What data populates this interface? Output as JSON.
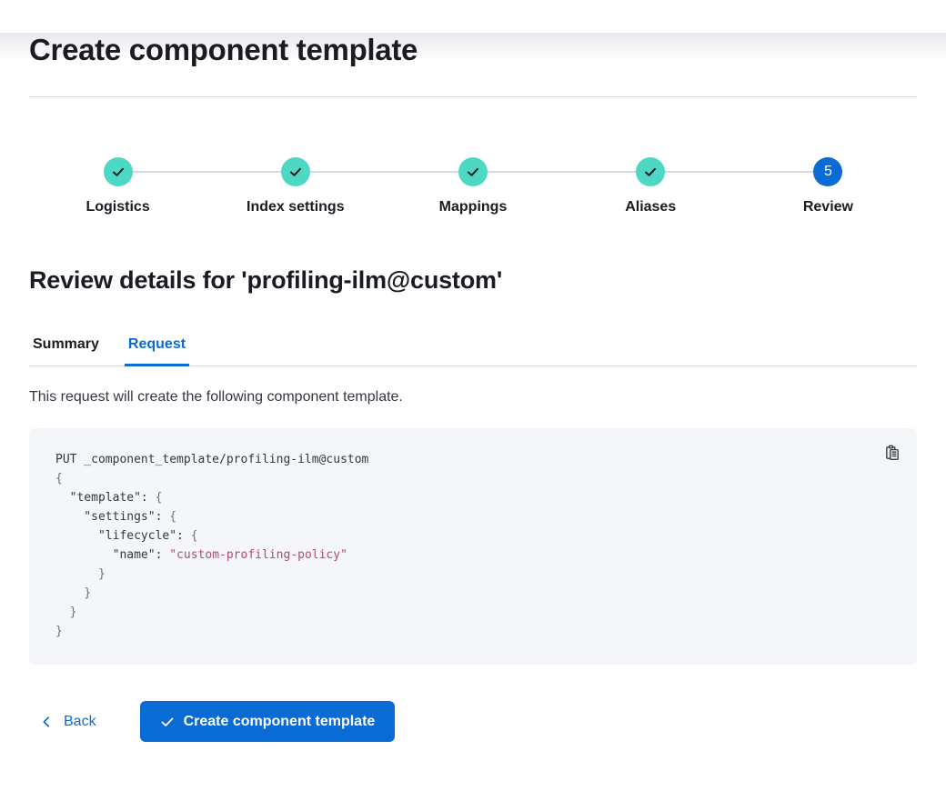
{
  "header": {
    "title": "Create component template"
  },
  "stepper": {
    "steps": [
      {
        "label": "Logistics",
        "status": "complete"
      },
      {
        "label": "Index settings",
        "status": "complete"
      },
      {
        "label": "Mappings",
        "status": "complete"
      },
      {
        "label": "Aliases",
        "status": "complete"
      },
      {
        "label": "Review",
        "status": "current",
        "number": "5"
      }
    ]
  },
  "review": {
    "heading": "Review details for 'profiling-ilm@custom'",
    "tabs": [
      {
        "label": "Summary",
        "active": false
      },
      {
        "label": "Request",
        "active": true
      }
    ],
    "description": "This request will create the following component template."
  },
  "code": {
    "copy_icon": "copy-clipboard-icon",
    "lines": [
      "PUT _component_template/profiling-ilm@custom",
      "{",
      "  \"template\": {",
      "    \"settings\": {",
      "      \"lifecycle\": {",
      "        \"name\": \"custom-profiling-policy\"",
      "      }",
      "    }",
      "  }",
      "}"
    ]
  },
  "footer": {
    "back_label": "Back",
    "create_label": "Create component template"
  },
  "colors": {
    "primary": "#0b6bd5",
    "success_teal": "#4dd8c3",
    "code_background": "#f4f6fa",
    "code_string": "#af4a7e",
    "divider": "#d3dae6",
    "text": "#343741",
    "heading_text": "#1a1c21"
  }
}
